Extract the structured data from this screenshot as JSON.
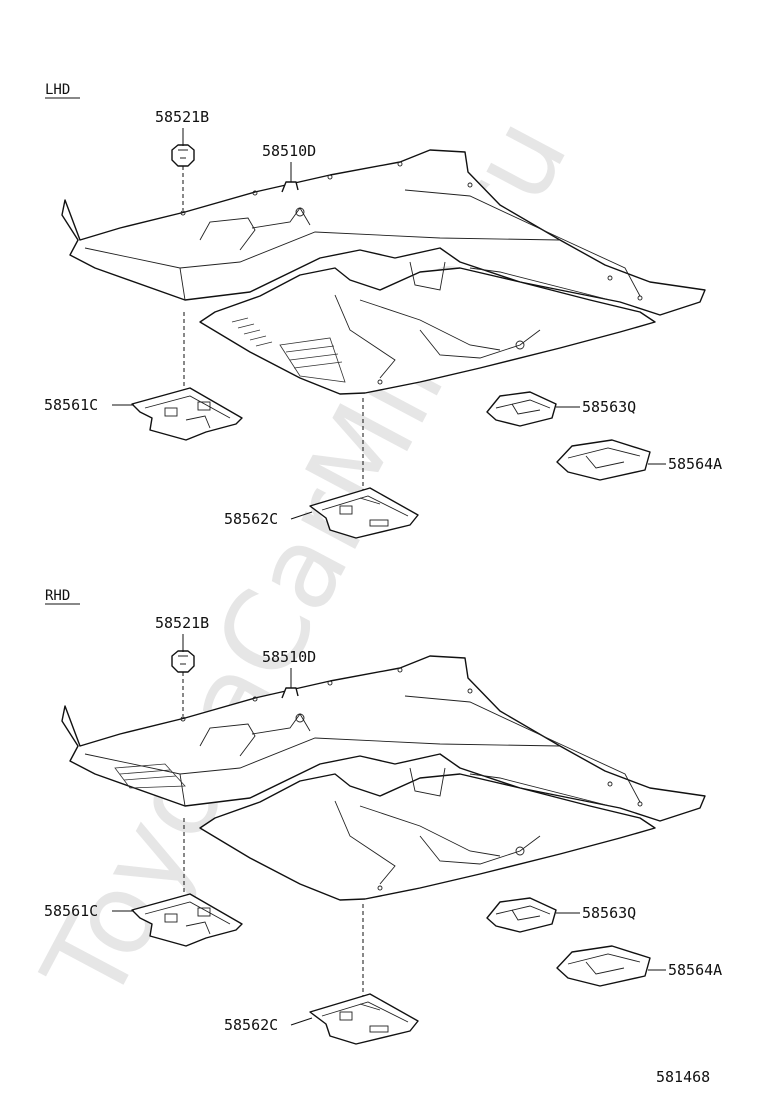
{
  "watermark": "ToyotaCarMine.ru",
  "diagram_id": "581468",
  "sections": [
    {
      "key": "lhd",
      "title": "LHD",
      "callouts": {
        "clip": "58521B",
        "carpet": "58510D",
        "front_lh": "58561C",
        "rear_center": "58562C",
        "front_rh": "58563Q",
        "rear_rh": "58564A"
      }
    },
    {
      "key": "rhd",
      "title": "RHD",
      "callouts": {
        "clip": "58521B",
        "carpet": "58510D",
        "front_lh": "58561C",
        "rear_center": "58562C",
        "front_rh": "58563Q",
        "rear_rh": "58564A"
      }
    }
  ]
}
